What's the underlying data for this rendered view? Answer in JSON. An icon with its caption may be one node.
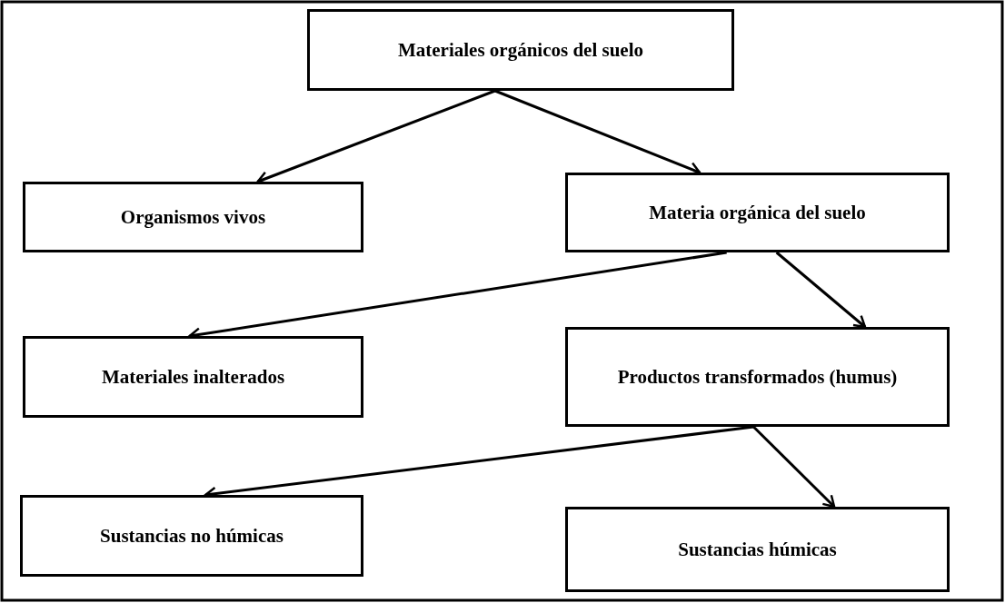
{
  "diagram": {
    "nodes": [
      {
        "text": [
          "Materiales orgánicos del suelo"
        ]
      },
      {
        "text": [
          "Organismos vivos"
        ]
      },
      {
        "text": [
          "Materia orgánica del suelo"
        ]
      },
      {
        "text": [
          "Materiales inalterados"
        ]
      },
      {
        "text": [
          "Productos transformados (humus)"
        ]
      },
      {
        "text": [
          "Sustancias no húmicas"
        ]
      },
      {
        "text": [
          "Sustancias húmicas"
        ]
      }
    ],
    "edges": [
      {
        "from": 0,
        "to": 1,
        "arrow": "to"
      },
      {
        "from": 0,
        "to": 2,
        "arrow": "to"
      },
      {
        "from": 2,
        "to": 3,
        "arrow": "to"
      },
      {
        "from": 2,
        "to": 4,
        "arrow": "to"
      },
      {
        "from": 4,
        "to": 5,
        "arrow": "to"
      },
      {
        "from": 4,
        "to": 6,
        "arrow": "to"
      }
    ]
  }
}
